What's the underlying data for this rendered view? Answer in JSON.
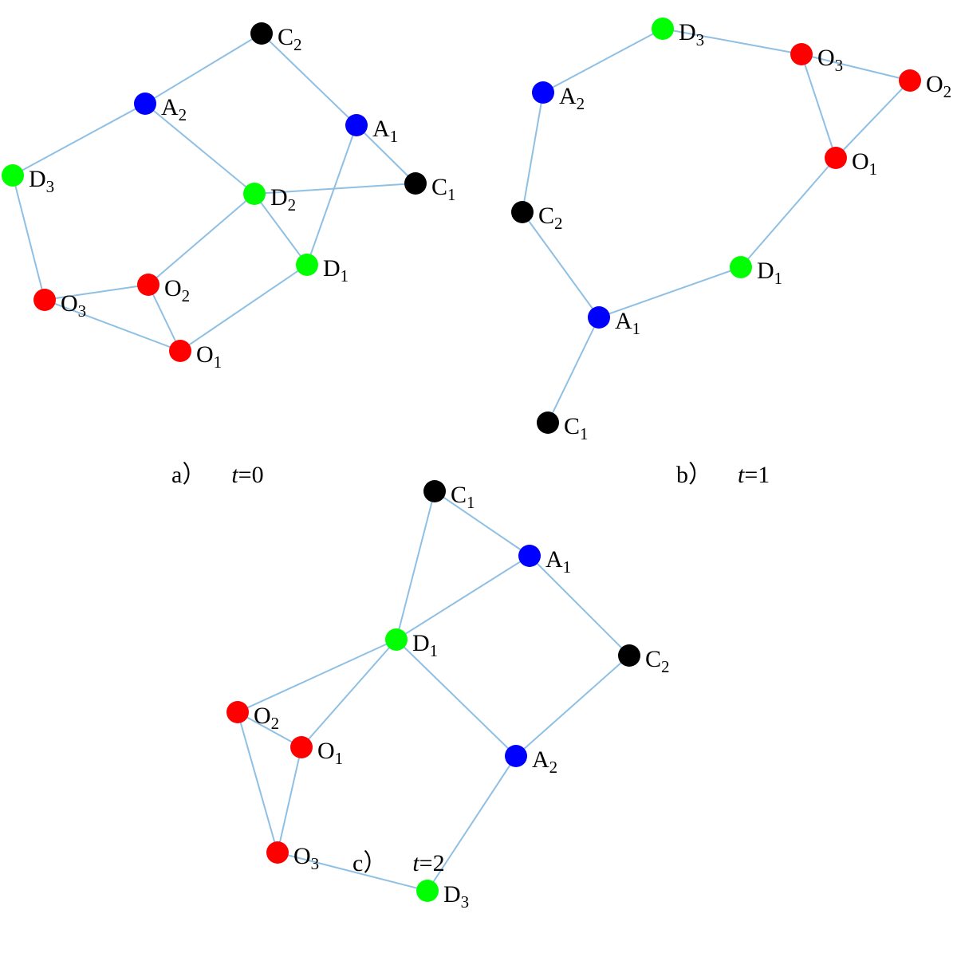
{
  "colors": {
    "O": "#ff0000",
    "A": "#0000ff",
    "D": "#00ff00",
    "C": "#000000",
    "edge": "#8fc0e4"
  },
  "panels": [
    {
      "id": "a",
      "caption": {
        "prefix": "a）",
        "var": "t",
        "value": "=0"
      },
      "nodes": [
        {
          "id": "C2",
          "letter": "C",
          "sub": "2"
        },
        {
          "id": "A2",
          "letter": "A",
          "sub": "2"
        },
        {
          "id": "A1",
          "letter": "A",
          "sub": "1"
        },
        {
          "id": "D3",
          "letter": "D",
          "sub": "3"
        },
        {
          "id": "D2",
          "letter": "D",
          "sub": "2"
        },
        {
          "id": "C1",
          "letter": "C",
          "sub": "1"
        },
        {
          "id": "D1",
          "letter": "D",
          "sub": "1"
        },
        {
          "id": "O3",
          "letter": "O",
          "sub": "3"
        },
        {
          "id": "O2",
          "letter": "O",
          "sub": "2"
        },
        {
          "id": "O1",
          "letter": "O",
          "sub": "1"
        }
      ],
      "edges": [
        [
          "C2",
          "A2"
        ],
        [
          "C2",
          "A1"
        ],
        [
          "A1",
          "C1"
        ],
        [
          "A1",
          "D1"
        ],
        [
          "A2",
          "D3"
        ],
        [
          "A2",
          "D2"
        ],
        [
          "D2",
          "C1"
        ],
        [
          "D2",
          "O2"
        ],
        [
          "D2",
          "D1"
        ],
        [
          "D3",
          "O3"
        ],
        [
          "O3",
          "O2"
        ],
        [
          "O3",
          "O1"
        ],
        [
          "O2",
          "O1"
        ],
        [
          "O1",
          "D1"
        ]
      ]
    },
    {
      "id": "b",
      "caption": {
        "prefix": "b）",
        "var": "t",
        "value": "=1"
      },
      "nodes": [
        {
          "id": "D3",
          "letter": "D",
          "sub": "3"
        },
        {
          "id": "O3",
          "letter": "O",
          "sub": "3"
        },
        {
          "id": "O2",
          "letter": "O",
          "sub": "2"
        },
        {
          "id": "A2",
          "letter": "A",
          "sub": "2"
        },
        {
          "id": "O1",
          "letter": "O",
          "sub": "1"
        },
        {
          "id": "C2",
          "letter": "C",
          "sub": "2"
        },
        {
          "id": "D1",
          "letter": "D",
          "sub": "1"
        },
        {
          "id": "A1",
          "letter": "A",
          "sub": "1"
        },
        {
          "id": "C1",
          "letter": "C",
          "sub": "1"
        }
      ],
      "edges": [
        [
          "A2",
          "D3"
        ],
        [
          "D3",
          "O3"
        ],
        [
          "O3",
          "O2"
        ],
        [
          "O3",
          "O1"
        ],
        [
          "O2",
          "O1"
        ],
        [
          "O1",
          "D1"
        ],
        [
          "D1",
          "A1"
        ],
        [
          "A2",
          "C2"
        ],
        [
          "C2",
          "A1"
        ],
        [
          "A1",
          "C1"
        ]
      ]
    },
    {
      "id": "c",
      "caption": {
        "prefix": "c）",
        "var": "t",
        "value": "=2"
      },
      "nodes": [
        {
          "id": "C1",
          "letter": "C",
          "sub": "1"
        },
        {
          "id": "A1",
          "letter": "A",
          "sub": "1"
        },
        {
          "id": "D1",
          "letter": "D",
          "sub": "1"
        },
        {
          "id": "C2",
          "letter": "C",
          "sub": "2"
        },
        {
          "id": "O2",
          "letter": "O",
          "sub": "2"
        },
        {
          "id": "O1",
          "letter": "O",
          "sub": "1"
        },
        {
          "id": "A2",
          "letter": "A",
          "sub": "2"
        },
        {
          "id": "O3",
          "letter": "O",
          "sub": "3"
        },
        {
          "id": "D3",
          "letter": "D",
          "sub": "3"
        }
      ],
      "edges": [
        [
          "C1",
          "A1"
        ],
        [
          "C1",
          "D1"
        ],
        [
          "A1",
          "D1"
        ],
        [
          "A1",
          "C2"
        ],
        [
          "C2",
          "A2"
        ],
        [
          "D1",
          "A2"
        ],
        [
          "D1",
          "O2"
        ],
        [
          "D1",
          "O1"
        ],
        [
          "O2",
          "O1"
        ],
        [
          "O2",
          "O3"
        ],
        [
          "O1",
          "O3"
        ],
        [
          "O3",
          "D3"
        ],
        [
          "A2",
          "D3"
        ]
      ]
    }
  ]
}
